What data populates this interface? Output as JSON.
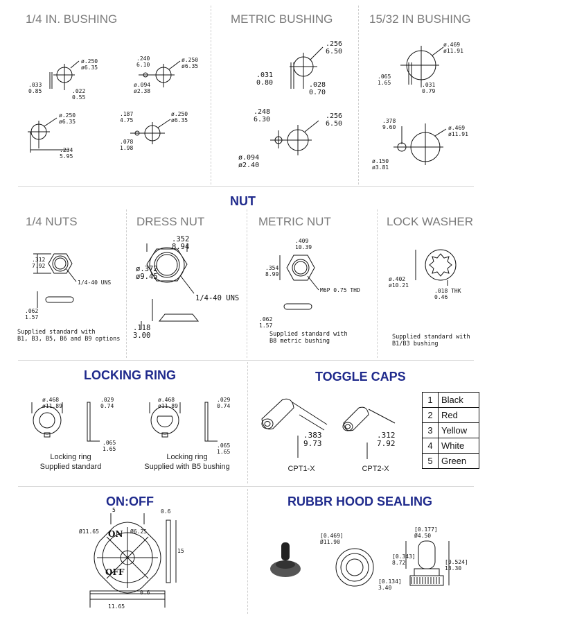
{
  "bushing": {
    "quarter": {
      "header": "1/4 IN. BUSHING",
      "d1": "ø.250\nø6.35",
      "d1b": ".033\n0.85",
      "d1c": ".022\n0.55",
      "d2": ".240\n6.10",
      "d2b": "ø.250\nø6.35",
      "d2c": "ø.094\nø2.38",
      "d3": "ø.250\nø6.35",
      "d3b": ".234\n5.95",
      "d4": ".187\n4.75",
      "d4b": "ø.250\nø6.35",
      "d4c": ".078\n1.98"
    },
    "metric": {
      "header": "METRIC BUSHING",
      "d1": ".256\n6.50",
      "d1b": ".031\n0.80",
      "d1c": ".028\n0.70",
      "d2": ".248\n6.30",
      "d2b": ".256\n6.50",
      "d2c": "ø.094\nø2.40"
    },
    "f1532": {
      "header": "15/32 IN BUSHING",
      "d1": "ø.469\nø11.91",
      "d1b": ".065\n1.65",
      "d1c": ".031\n0.79",
      "d2": ".378\n9.60",
      "d2b": "ø.469\nø11.91",
      "d2c": "ø.150\nø3.81"
    }
  },
  "nut": {
    "title": "NUT",
    "quarter": {
      "header": "1/4 NUTS",
      "d1": ".312\n7.92",
      "d2": "1/4-40 UNS",
      "d3": ".062\n1.57",
      "note": "Supplied standard with\nB1, B3, B5, B6 and B9 options"
    },
    "dress": {
      "header": "DRESS NUT",
      "d1": ".352\n8.94",
      "d2": "ø.372\nø9.45",
      "d3": "1/4-40 UNS",
      "d4": ".118\n3.00"
    },
    "metric": {
      "header": "METRIC NUT",
      "d1": ".409\n10.39",
      "d2": ".354\n8.99",
      "d3": "M6P 0.75 THD",
      "d4": ".062\n1.57",
      "note": "Supplied standard with\nB8 metric bushing"
    },
    "washer": {
      "header": "LOCK WASHER",
      "d1": "ø.402\nø10.21",
      "d2": ".018 THK\n0.46",
      "note": "Supplied standard with\nB1/B3 bushing"
    }
  },
  "locking_ring": {
    "title": "LOCKING RING",
    "r1": {
      "d1": "ø.468\nø11.89",
      "d2": ".029\n0.74",
      "d3": ".065\n1.65",
      "caption1": "Locking ring",
      "caption2": "Supplied standard"
    },
    "r2": {
      "d1": "ø.468\nø11.89",
      "d2": ".029\n0.74",
      "d3": ".065\n1.65",
      "caption1": "Locking ring",
      "caption2": "Supplied with B5 bushing"
    }
  },
  "toggle_caps": {
    "title": "TOGGLE CAPS",
    "cap1": {
      "dim": ".383\n9.73",
      "label": "CPT1-X"
    },
    "cap2": {
      "dim": ".312\n7.92",
      "label": "CPT2-X"
    },
    "colors": [
      {
        "num": "1",
        "name": "Black"
      },
      {
        "num": "2",
        "name": "Red"
      },
      {
        "num": "3",
        "name": "Yellow"
      },
      {
        "num": "4",
        "name": "White"
      },
      {
        "num": "5",
        "name": "Green"
      }
    ]
  },
  "onoff": {
    "title": "ON:OFF",
    "on": "ON",
    "off": "OFF",
    "d_top": "5",
    "d_left": "Ø11.65",
    "d_right": "Ø6.25",
    "d_bottom": "11.65",
    "d_thick": "0.6",
    "d_height": "15",
    "d_side": "0.6"
  },
  "hood": {
    "title": "RUBBR HOOD SEALING",
    "d1": "[0.469]\nØ11.90",
    "d2": "[0.177]\nØ4.50",
    "d3": "[0.343]\n8.72",
    "d4": "[0.524]\n13.30",
    "d5": "[0.134]\n3.40"
  }
}
